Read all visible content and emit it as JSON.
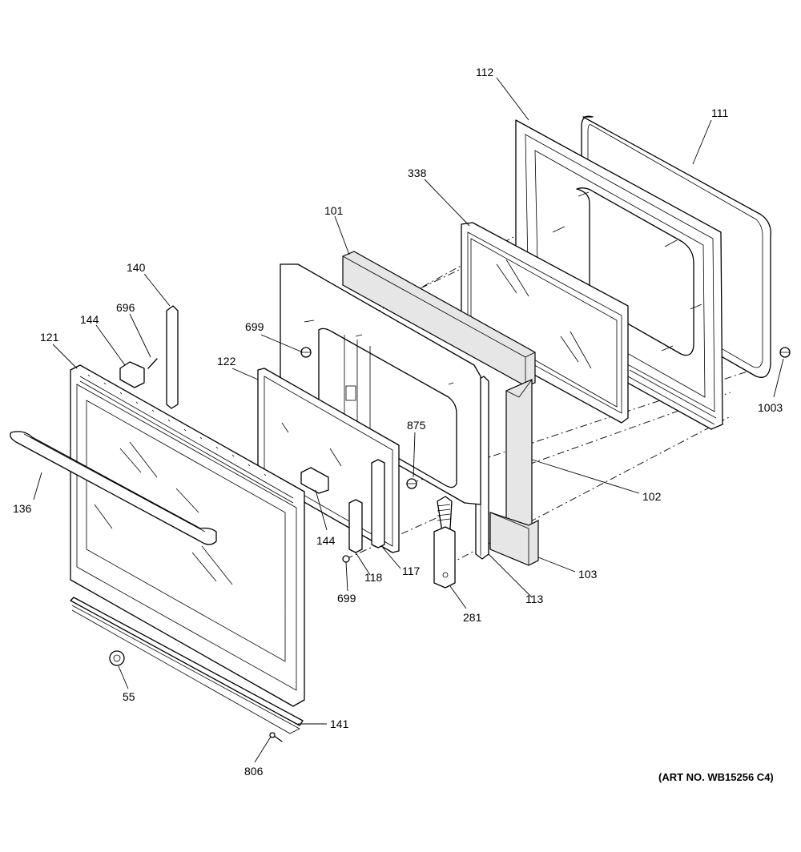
{
  "art_number": "(ART NO. WB15256 C4)",
  "labels": [
    {
      "id": "p112",
      "text": "112"
    },
    {
      "id": "p111",
      "text": "111"
    },
    {
      "id": "p338",
      "text": "338"
    },
    {
      "id": "p101",
      "text": "101"
    },
    {
      "id": "p140",
      "text": "140"
    },
    {
      "id": "p696",
      "text": "696"
    },
    {
      "id": "p144a",
      "text": "144"
    },
    {
      "id": "p121",
      "text": "121"
    },
    {
      "id": "p699a",
      "text": "699"
    },
    {
      "id": "p122",
      "text": "122"
    },
    {
      "id": "p875",
      "text": "875"
    },
    {
      "id": "p1003",
      "text": "1003"
    },
    {
      "id": "p136",
      "text": "136"
    },
    {
      "id": "p102",
      "text": "102"
    },
    {
      "id": "p144b",
      "text": "144"
    },
    {
      "id": "p103",
      "text": "103"
    },
    {
      "id": "p118",
      "text": "118"
    },
    {
      "id": "p117",
      "text": "117"
    },
    {
      "id": "p113",
      "text": "113"
    },
    {
      "id": "p699b",
      "text": "699"
    },
    {
      "id": "p281",
      "text": "281"
    },
    {
      "id": "p55",
      "text": "55"
    },
    {
      "id": "p141",
      "text": "141"
    },
    {
      "id": "p806",
      "text": "806"
    }
  ]
}
